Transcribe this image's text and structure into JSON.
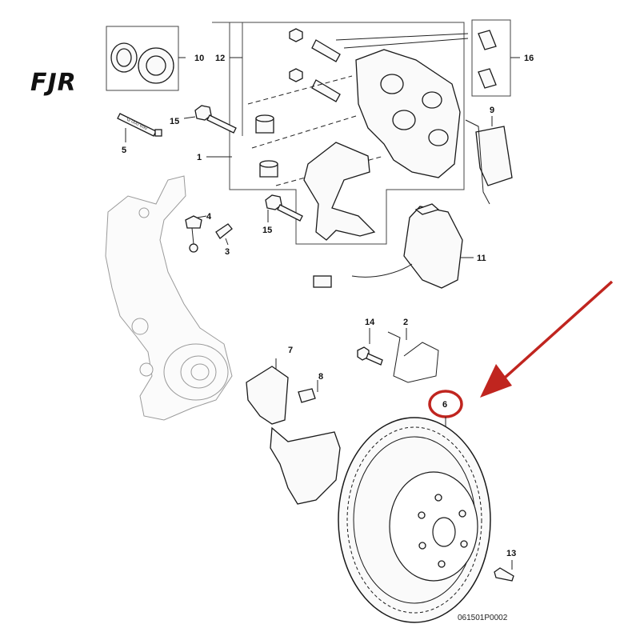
{
  "logo_text": "FJR",
  "reference_code": "061501P0002",
  "highlight_color": "#c0251f",
  "highlighted_part": "6",
  "tube_text": "G 000 650",
  "callouts": {
    "c1": "1",
    "c2": "2",
    "c3": "3",
    "c4": "4",
    "c5": "5",
    "c6": "6",
    "c7": "7",
    "c8": "8",
    "c9": "9",
    "c10": "10",
    "c11": "11",
    "c12": "12",
    "c13": "13",
    "c14": "14",
    "c15a": "15",
    "c15b": "15",
    "c16": "16"
  }
}
